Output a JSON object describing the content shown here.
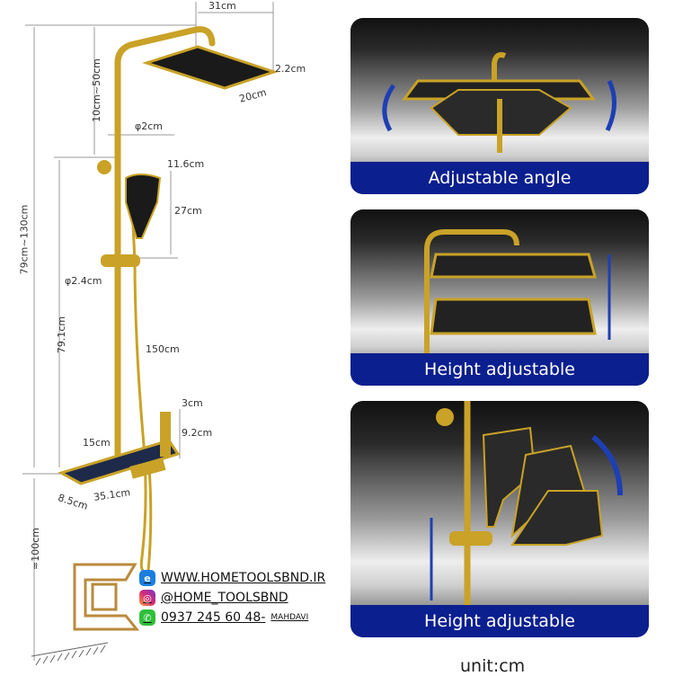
{
  "dimensions": {
    "head_width": "31cm",
    "head_thickness": "2.2cm",
    "head_depth": "20cm",
    "arm_height_range": "10cm~50cm",
    "pipe_diameter_top": "φ2cm",
    "total_height_range": "79cm~130cm",
    "handheld_width": "11.6cm",
    "handheld_length": "27cm",
    "pipe_diameter_bottom": "φ2.4cm",
    "lower_height": "79.1cm",
    "hose_length": "150cm",
    "spout_width": "3cm",
    "spout_height": "9.2cm",
    "shelf_spacing": "15cm",
    "shelf_depth": "8.5cm",
    "shelf_length": "35.1cm",
    "floor_height": "≈100cm"
  },
  "panels": [
    {
      "label": "Adjustable angle"
    },
    {
      "label": "Height adjustable"
    },
    {
      "label": "Height adjustable"
    }
  ],
  "contact": {
    "website": "WWW.HOMETOOLSBND.IR",
    "instagram": "@HOME_TOOLSBND",
    "phone": "0937 245 60 48-",
    "name": "MAHDAVI"
  },
  "unit_label": "unit:cm",
  "colors": {
    "gold": "#c9a227",
    "band_blue": "#0c1f8f",
    "head_black": "#1a1a1a"
  }
}
